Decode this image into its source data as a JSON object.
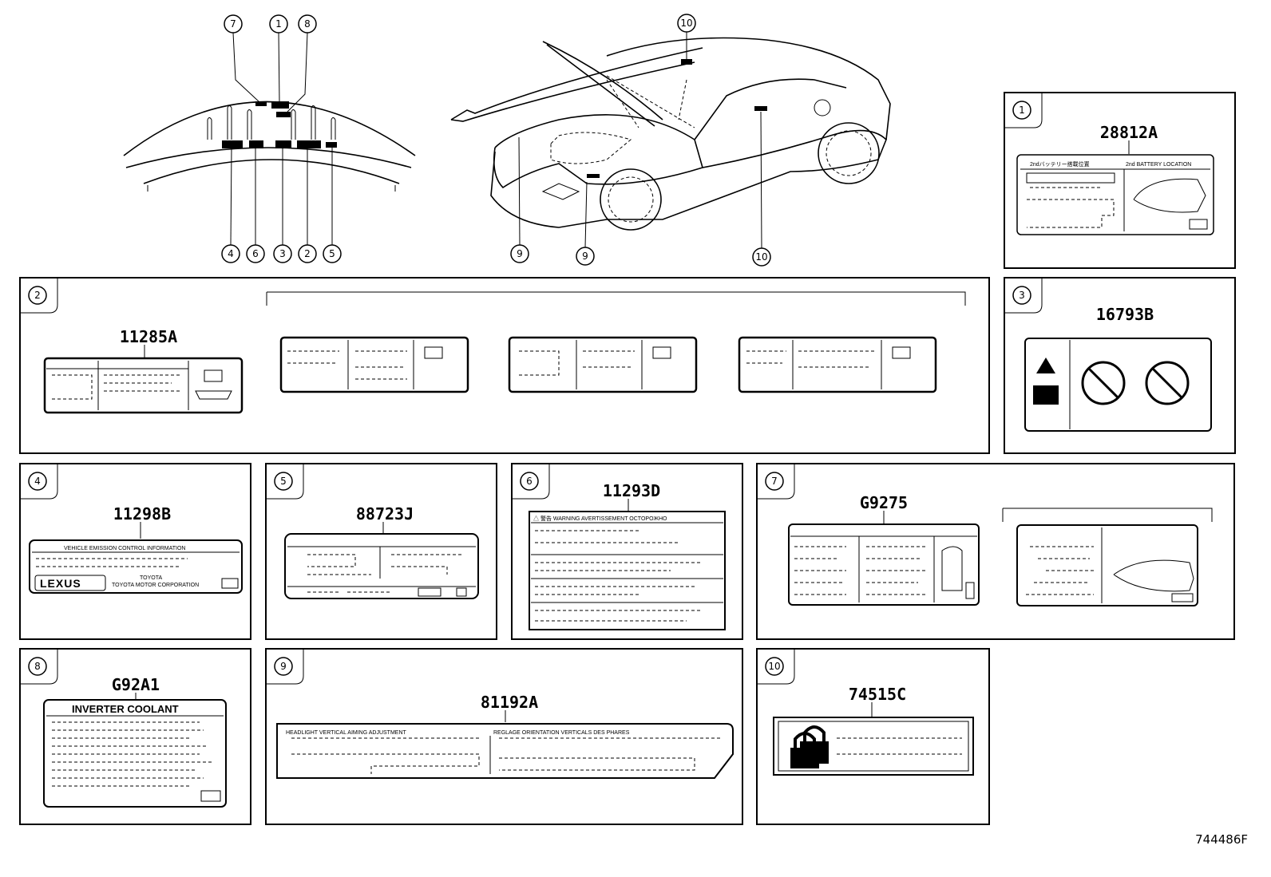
{
  "callouts": {
    "c1": "1",
    "c2": "2",
    "c3": "3",
    "c4": "4",
    "c5": "5",
    "c6": "6",
    "c7": "7",
    "c8": "8",
    "c9": "9",
    "c10": "10"
  },
  "parts": {
    "p1": "28812A",
    "p2": "11285A",
    "p3": "16793B",
    "p4": "11298B",
    "p5": "88723J",
    "p6": "11293D",
    "p7": "G9275",
    "p8": "G92A1",
    "p9": "81192A",
    "p10": "74515C"
  },
  "label_text": {
    "battery_jp": "2ndバッテリー搭載位置",
    "battery_en": "2nd BATTERY LOCATION",
    "emission_header": "VEHICLE EMISSION CONTROL INFORMATION",
    "lexus_logo": "LEXUS",
    "toyota": "TOYOTA",
    "toyota_corp": "TOYOTA MOTOR CORPORATION",
    "warning_header": "△ 警告  WARNING  AVERTISSEMENT  OCTOPOЖНО",
    "inverter_coolant": "INVERTER COOLANT",
    "headlight_en": "HEADLIGHT VERTICAL AIMING ADJUSTMENT",
    "headlight_fr": "REGLAGE ORIENTATION VERTICALS DES PHARES",
    "figure_id": "744486F"
  }
}
